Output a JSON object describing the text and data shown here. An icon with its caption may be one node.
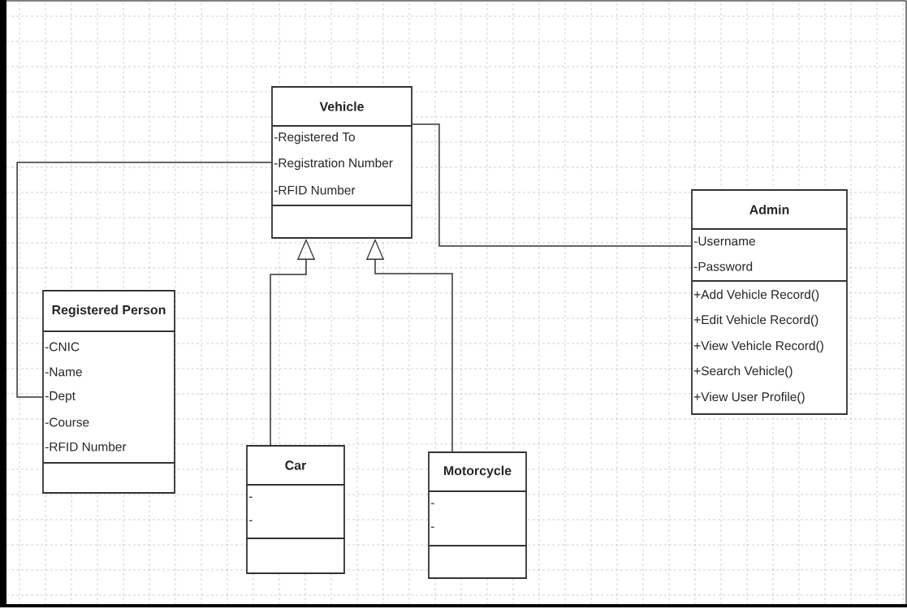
{
  "diagram": {
    "nodes": [
      {
        "text": [
          "Vehicle",
          "-Registered To",
          "-Registration Number",
          "-RFID Number"
        ]
      },
      {
        "text": [
          "Admin",
          "-Username",
          "-Password",
          "+Add Vehicle Record()",
          "+Edit Vehicle Record()",
          "+View Vehicle Record()",
          "+Search Vehicle()",
          "+View User Profile()"
        ]
      },
      {
        "text": [
          "Registered Person",
          "-CNIC",
          "-Name",
          "-Dept",
          "-Course",
          "-RFID Number"
        ]
      },
      {
        "text": [
          "Car",
          "-",
          "-"
        ]
      },
      {
        "text": [
          "Motorcycle",
          "-",
          "-"
        ]
      }
    ],
    "edges": [
      {
        "from": 2,
        "to": 0,
        "arrow": "none"
      },
      {
        "from": 0,
        "to": 1,
        "arrow": "none"
      },
      {
        "from": 3,
        "to": 0,
        "arrow": "to"
      },
      {
        "from": 4,
        "to": 0,
        "arrow": "to"
      }
    ]
  }
}
